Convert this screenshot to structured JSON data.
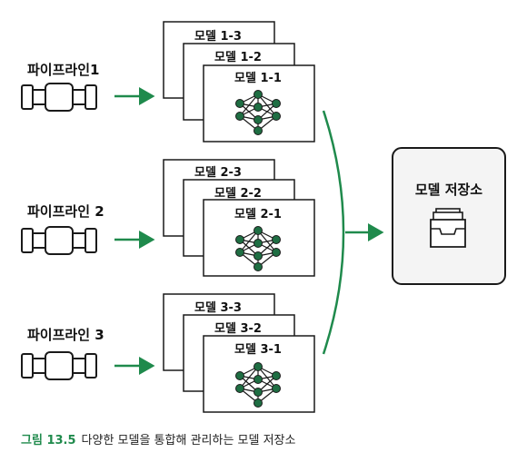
{
  "pipelines": [
    {
      "label": "파이프라인1",
      "models": [
        "모델 1-3",
        "모델 1-2",
        "모델 1-1"
      ]
    },
    {
      "label": "파이프라인 2",
      "models": [
        "모델 2-3",
        "모델 2-2",
        "모델 2-1"
      ]
    },
    {
      "label": "파이프라인 3",
      "models": [
        "모델 3-3",
        "모델 3-2",
        "모델 3-1"
      ]
    }
  ],
  "store": {
    "label": "모델 저장소",
    "icon": "archive-tray-icon"
  },
  "caption": {
    "figure": "그림 13.5",
    "text": "다양한 모델을 통합해 관리하는 모델 저장소"
  },
  "colors": {
    "arrow": "#1f8a4c",
    "node": "#1f6e43",
    "accent": "#1f8a4c",
    "stroke": "#1a1a1a",
    "store_bg": "#f4f4f4"
  }
}
